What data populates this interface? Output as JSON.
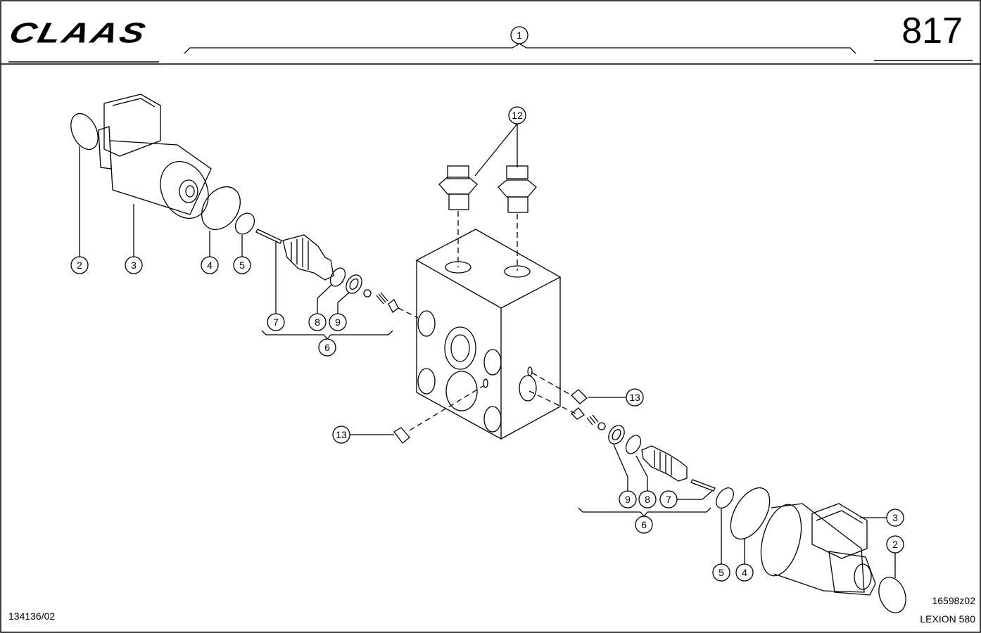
{
  "header": {
    "brand": "CLAAS",
    "page_number": "817"
  },
  "footer": {
    "drawing_ref": "134136/02",
    "figure_code": "16598z02",
    "model": "LEXION 580"
  },
  "callouts": {
    "c1": "1",
    "c12": "12",
    "c2a": "2",
    "c3a": "3",
    "c4a": "4",
    "c5a": "5",
    "c7a": "7",
    "c8a": "8",
    "c9a": "9",
    "c6a": "6",
    "c13a": "13",
    "c13b": "13",
    "c9b": "9",
    "c8b": "8",
    "c7b": "7",
    "c6b": "6",
    "c3b": "3",
    "c2b": "2",
    "c5b": "5",
    "c4b": "4"
  },
  "colors": {
    "ink": "#000000",
    "paper": "#ffffff"
  }
}
